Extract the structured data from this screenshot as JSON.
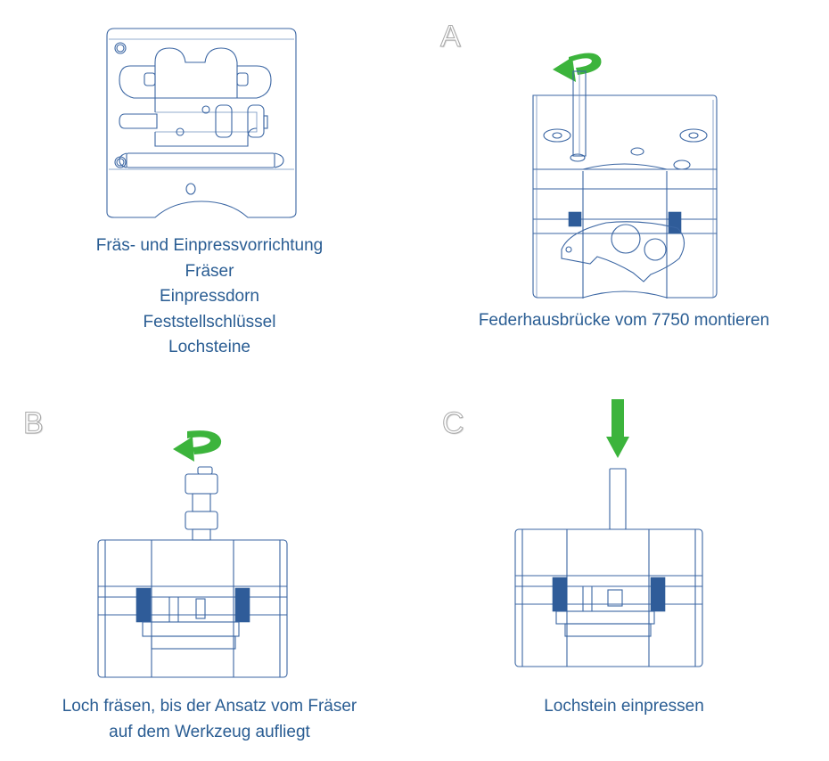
{
  "panels": {
    "tools": {
      "letter": "",
      "caption_lines": [
        "Fräs- und Einpressvorrichtung",
        "Fräser",
        "Einpressdorn",
        "Feststellschlüssel",
        "Lochsteine"
      ],
      "illustration": "tool-kit-top-view",
      "arrow": null
    },
    "step_a": {
      "letter": "A",
      "caption_lines": [
        "Federhausbrücke vom 7750 montieren"
      ],
      "illustration": "fixture-with-barrel-bridge",
      "arrow": "rotate-counterclockwise-icon"
    },
    "step_b": {
      "letter": "B",
      "caption_lines": [
        "Loch fräsen, bis der Ansatz vom Fräser",
        "auf dem Werkzeug aufliegt"
      ],
      "illustration": "fixture-with-milling-cutter",
      "arrow": "rotate-counterclockwise-icon"
    },
    "step_c": {
      "letter": "C",
      "caption_lines": [
        "Lochstein einpressen"
      ],
      "illustration": "fixture-with-press-pin",
      "arrow": "arrow-down-icon"
    }
  },
  "colors": {
    "caption": "#2a5d93",
    "line": "#3b66a3",
    "arrow": "#3cb43c",
    "letter": "#a8a8a8"
  }
}
